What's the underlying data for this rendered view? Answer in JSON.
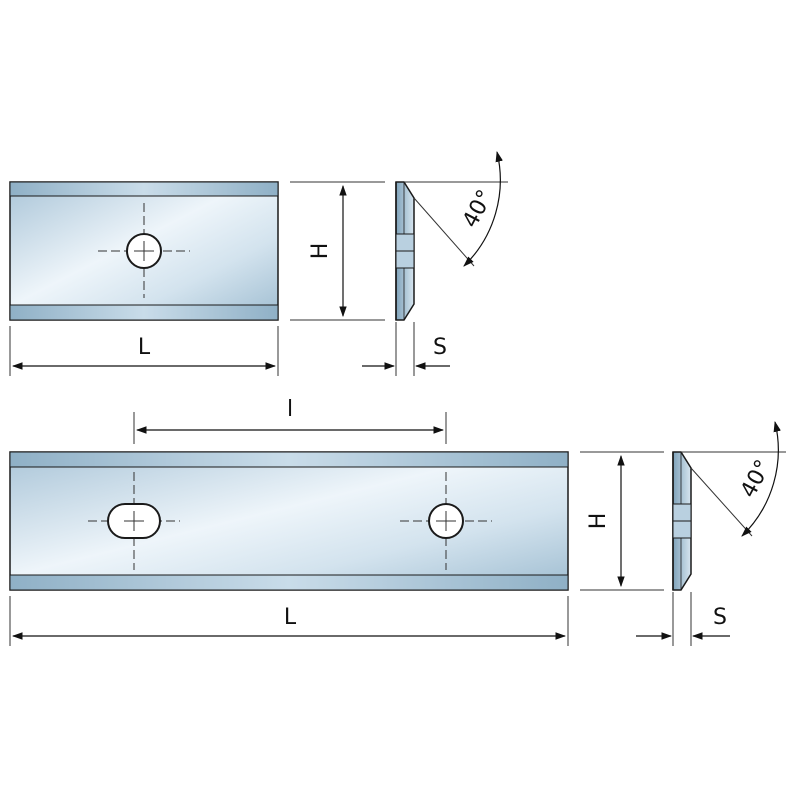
{
  "labels": {
    "length": "L",
    "height": "H",
    "thickness": "S",
    "hole_distance": "l",
    "angle": "40°"
  },
  "colors": {
    "blade_light": "#f3f8fc",
    "blade_mid": "#c9dce9",
    "blade_dark": "#8fb0c6",
    "outline": "#1a1a1a"
  }
}
